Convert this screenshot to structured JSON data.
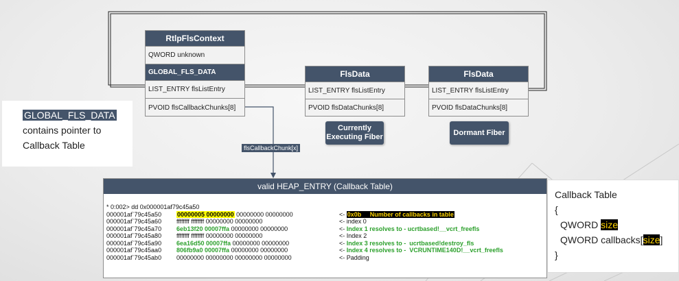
{
  "rtl_fls_context": {
    "title": "RtlpFlsContext",
    "rows": [
      "QWORD unknown",
      "GLOBAL_FLS_DATA",
      "LIST_ENTRY  flsListEntry",
      "PVOID flsCallbackChunks[8]"
    ]
  },
  "fls_data_1": {
    "title": "FlsData",
    "rows": [
      "LIST_ENTRY  flsListEntry",
      "PVOID  flsDataChunks[8]"
    ]
  },
  "fls_data_2": {
    "title": "FlsData",
    "rows": [
      "LIST_ENTRY  flsListEntry",
      "PVOID  flsDataChunks[8]"
    ]
  },
  "fiber_labels": {
    "current": "Currently Executing Fiber",
    "dormant": "Dormant Fiber"
  },
  "arrow_label": "flsCallbackChunk[x]",
  "note_left": {
    "highlight": "GLOBAL_FLS_DATA",
    "line2": "contains pointer to",
    "line3": "Callback Table"
  },
  "note_right": {
    "line1": "Callback Table",
    "line2": "{",
    "line3_prefix": "QWORD ",
    "line3_hl": "size",
    "line4_prefix": "QWORD callbacks[",
    "line4_hl": "size",
    "line4_suffix": "]",
    "line5": "}"
  },
  "heap": {
    "title": "valid HEAP_ENTRY (Callback Table)",
    "command": "* 0:002> dd 0x000001af79c45a50",
    "rows": [
      {
        "addr": "000001af`79c45a50",
        "hex_hl": "00000005 00000000",
        "hex_rest": " 00000000 00000000",
        "hex_style": "ylw",
        "arrow": "<- ",
        "comment_hl": "0x0b     Number of callbacks in table",
        "comment_style": "blk"
      },
      {
        "addr": "000001af`79c45a60",
        "hex_hl": "",
        "hex_rest": "ffffffff ffffffff 00000000 00000000",
        "hex_style": "",
        "arrow": "<- ",
        "comment_plain": "index 0",
        "comment_style": ""
      },
      {
        "addr": "000001af`79c45a70",
        "hex_hl": "6eb13f20 00007ffa",
        "hex_rest": " 00000000 00000000",
        "hex_style": "grn",
        "arrow": "<- ",
        "comment_hl": "Index 1 resolves to - ucrtbased!__vcrt_freefls",
        "comment_style": "grn"
      },
      {
        "addr": "000001af`79c45a80",
        "hex_hl": "",
        "hex_rest": "ffffffff ffffffff 00000000 00000000",
        "hex_style": "",
        "arrow": "<- ",
        "comment_plain": "Index 2",
        "comment_style": ""
      },
      {
        "addr": "000001af`79c45a90",
        "hex_hl": "6ea16d50 00007ffa",
        "hex_rest": " 00000000 00000000",
        "hex_style": "grn",
        "arrow": "<- ",
        "comment_hl": "Index 3 resolves to -  ucrtbased!destroy_fls",
        "comment_style": "grn"
      },
      {
        "addr": "000001af`79c45aa0",
        "hex_hl": "806fb9a0 00007ffa",
        "hex_rest": " 00000000 00000000",
        "hex_style": "grn",
        "arrow": "<- ",
        "comment_hl": "Index 4 resolves to -  VCRUNTIME140D!__vcrt_freefls",
        "comment_style": "grn"
      },
      {
        "addr": "000001af`79c45ab0",
        "hex_hl": "",
        "hex_rest": "00000000 00000000 00000000 00000000",
        "hex_style": "",
        "arrow": "<- ",
        "comment_plain": "Padding",
        "comment_style": ""
      }
    ]
  },
  "colors": {
    "header": "#44546a",
    "green": "#2ca02c",
    "yellow": "#ffff00"
  }
}
